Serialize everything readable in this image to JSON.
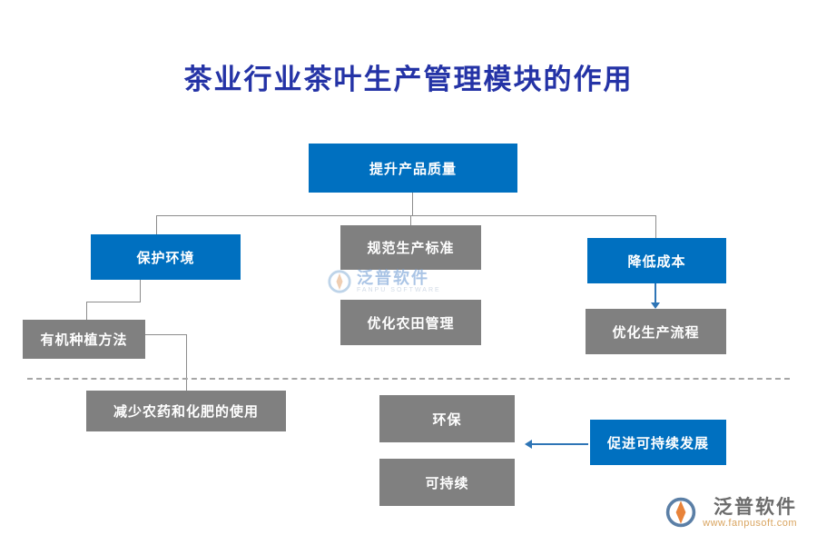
{
  "title": "茶业行业茶叶生产管理模块的作用",
  "colors": {
    "primary_blue": "#0070C0",
    "node_gray": "#808080",
    "title_blue": "#2433a6",
    "arrow_blue": "#2e75b6",
    "connector_gray": "#8c8c8c"
  },
  "nodes": {
    "quality": {
      "label": "提升产品质量"
    },
    "env": {
      "label": "保护环境"
    },
    "standard": {
      "label": "规范生产标准"
    },
    "cost": {
      "label": "降低成本"
    },
    "farm": {
      "label": "优化农田管理"
    },
    "process": {
      "label": "优化生产流程"
    },
    "organic": {
      "label": "有机种植方法"
    },
    "reduce": {
      "label": "减少农药和化肥的使用"
    },
    "eco": {
      "label": "环保"
    },
    "sustain": {
      "label": "可持续"
    },
    "promote": {
      "label": "促进可持续发展"
    }
  },
  "watermark": {
    "brand": "泛普软件",
    "sub": "FANPU SOFTWARE"
  },
  "footer": {
    "brand": "泛普软件",
    "url": "www.fanpusoft.com"
  }
}
